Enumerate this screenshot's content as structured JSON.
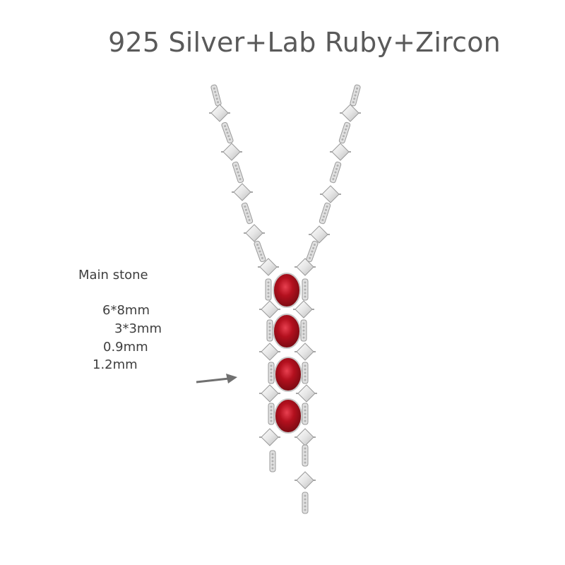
{
  "title": "925 Silver+Lab Ruby+Zircon",
  "specs": {
    "heading": "Main stone",
    "items": [
      "6*8mm",
      "3*3mm",
      "0.9mm",
      "1.2mm"
    ]
  },
  "colors": {
    "title": "#5a5a5a",
    "text": "#3e3e3e",
    "ruby": "#b0101e",
    "silver": "#d9d9d9",
    "arrow": "#707070"
  },
  "product": {
    "ruby_count": 4
  }
}
